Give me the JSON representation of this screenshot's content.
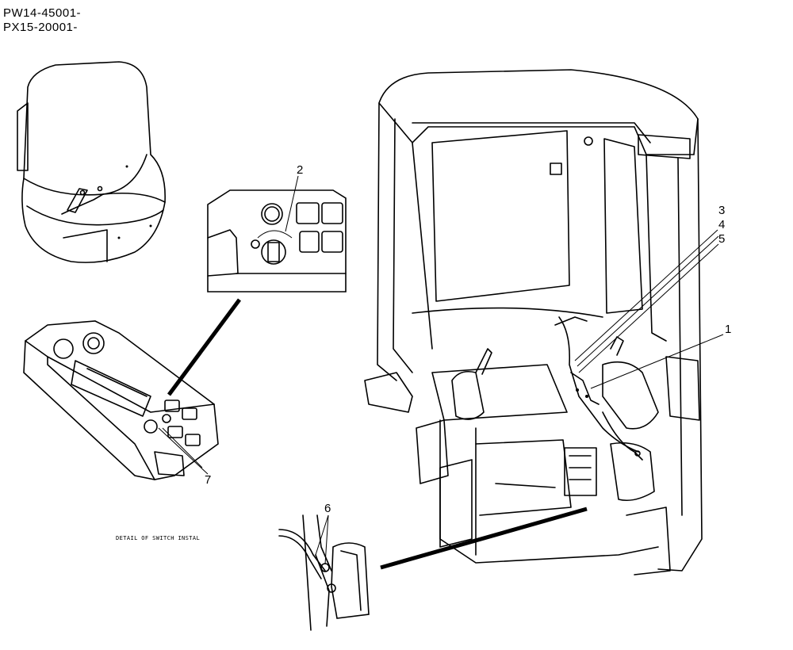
{
  "serials": [
    "PW14-45001-",
    "PX15-20001-"
  ],
  "caption": "DETAIL OF SWITCH INSTAL",
  "callouts": {
    "c1": "1",
    "c2": "2",
    "c3": "3",
    "c4": "4",
    "c5": "5",
    "c6": "6",
    "c7": "7"
  }
}
